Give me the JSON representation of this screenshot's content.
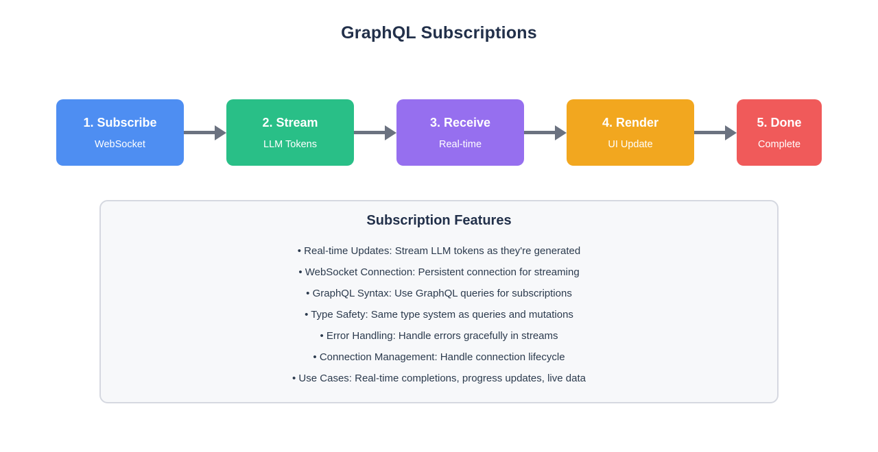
{
  "page": {
    "title": "GraphQL Subscriptions"
  },
  "flow": {
    "arrow_color": "#6b7280",
    "steps": [
      {
        "label": "1. Subscribe",
        "sublabel": "WebSocket",
        "color": "#4e8ef2"
      },
      {
        "label": "2. Stream",
        "sublabel": "LLM Tokens",
        "color": "#29bf87"
      },
      {
        "label": "3. Receive",
        "sublabel": "Real-time",
        "color": "#966fef"
      },
      {
        "label": "4. Render",
        "sublabel": "UI Update",
        "color": "#f2a71f"
      },
      {
        "label": "5. Done",
        "sublabel": "Complete",
        "color": "#f05a5a"
      }
    ]
  },
  "features": {
    "title": "Subscription Features",
    "items": [
      "• Real-time Updates: Stream LLM tokens as they're generated",
      "• WebSocket Connection: Persistent connection for streaming",
      "• GraphQL Syntax: Use GraphQL queries for subscriptions",
      "• Type Safety: Same type system as queries and mutations",
      "• Error Handling: Handle errors gracefully in streams",
      "• Connection Management: Handle connection lifecycle",
      "• Use Cases: Real-time completions, progress updates, live data"
    ]
  }
}
